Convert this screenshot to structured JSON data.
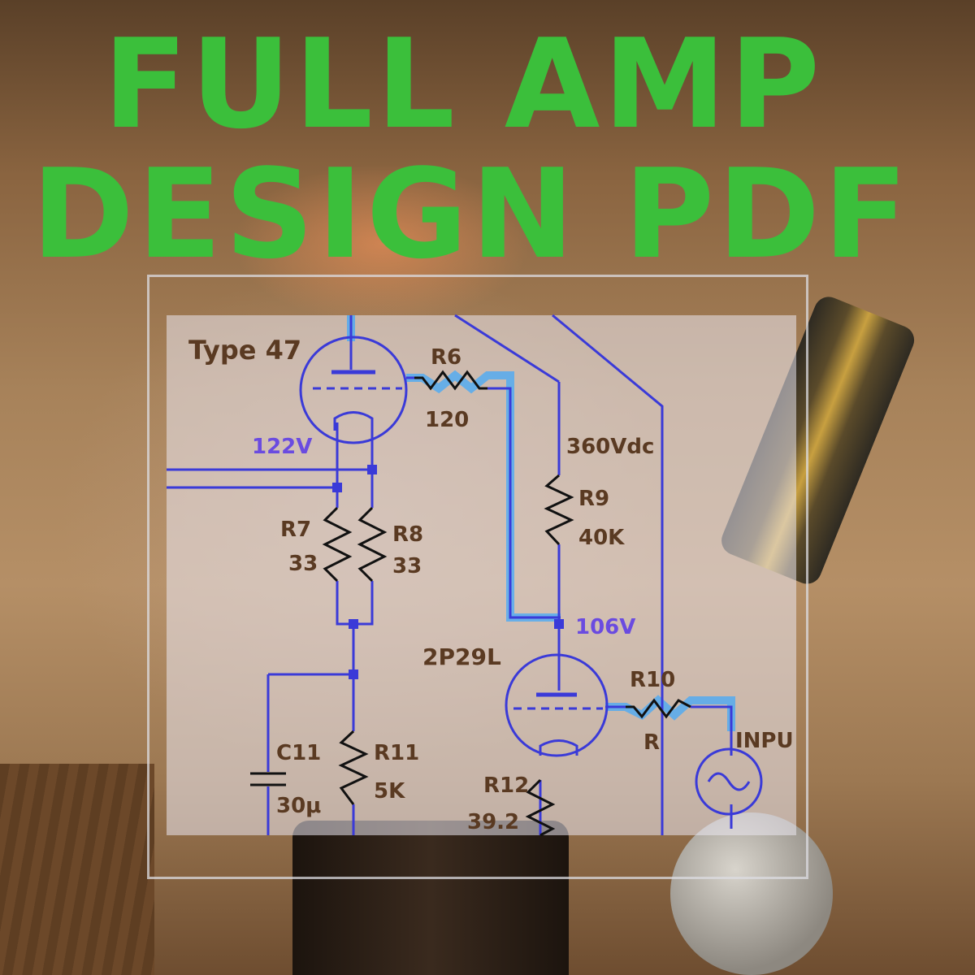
{
  "title": {
    "line1": "FULL AMP",
    "line2": "DESIGN PDF"
  },
  "colors": {
    "title": "#3bbf3b",
    "wire": "#3a3ad8",
    "highlight": "#3aa8ff",
    "label_dark": "#5a3a22",
    "label_blue": "#6a4be0"
  },
  "schematic": {
    "labels": {
      "tube1": "Type 47",
      "r6": "R6",
      "r6_value": "120",
      "v122": "122V",
      "v360": "360Vdc",
      "r9": "R9",
      "r9_value": "40K",
      "r7": "R7",
      "r7_value": "33",
      "r8": "R8",
      "r8_value": "33",
      "v106": "106V",
      "tube2": "2P29L",
      "r10": "R10",
      "r10_value": "R",
      "input": "INPU",
      "c11": "C11",
      "c11_value": "30μ",
      "r11": "R11",
      "r11_value": "5K",
      "r12": "R12",
      "r12_value": "39.2"
    }
  }
}
